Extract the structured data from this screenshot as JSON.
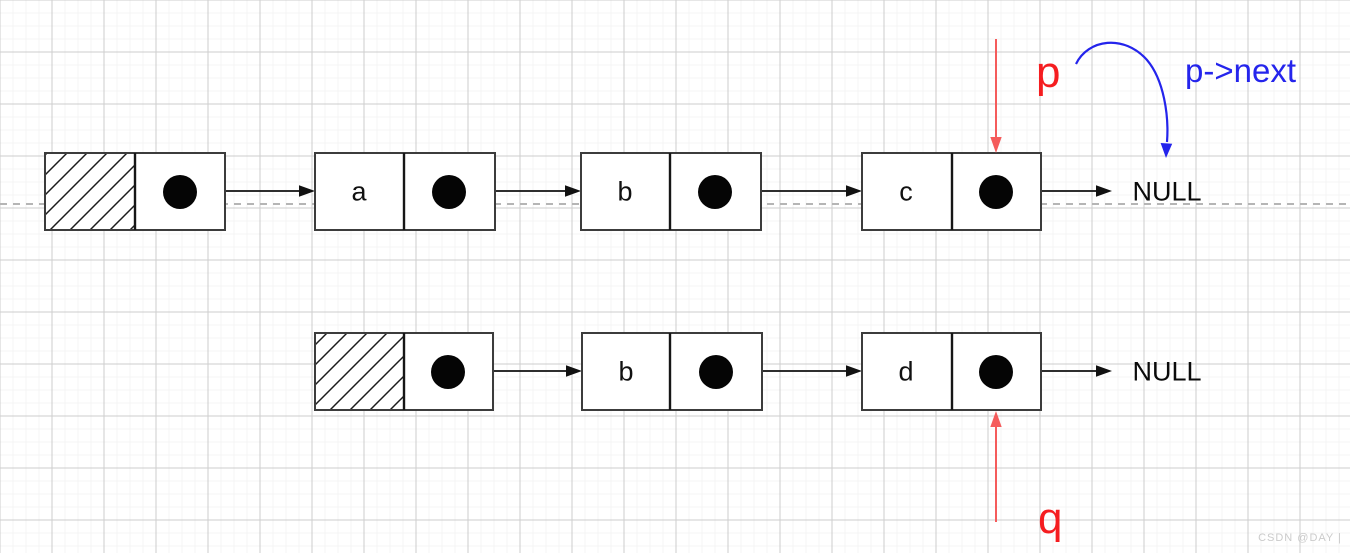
{
  "palette": {
    "red_text": "#f51d20",
    "red_arrow": "#f55c5c",
    "blue": "#2424ec",
    "ink": "#111111",
    "box_border": "#3c3c3c",
    "dashed_line": "#b5b5b5",
    "grid_major": "#cdcdcd",
    "grid_minor": "#f4f4f4",
    "watermark_gray": "#cbcbcb"
  },
  "top_list": {
    "labels": [
      "a",
      "b",
      "c"
    ],
    "terminator": "NULL"
  },
  "bottom_list": {
    "labels": [
      "b",
      "d"
    ],
    "terminator": "NULL"
  },
  "annotations": {
    "p": "p",
    "p_next": "p->next",
    "q": "q"
  },
  "watermark": "CSDN @DAY |"
}
